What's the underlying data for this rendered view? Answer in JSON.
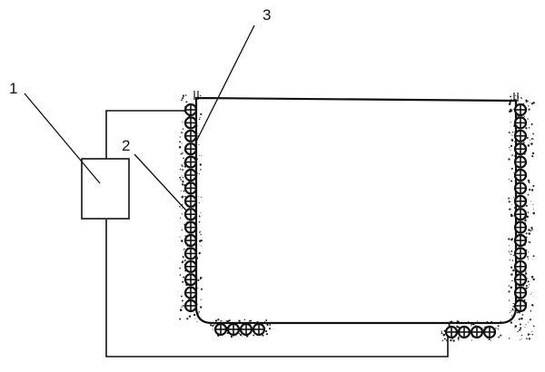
{
  "labels": {
    "control_unit": "1",
    "electrode_pipes": "2",
    "structure_wall": "3"
  },
  "colors": {
    "line": "#111111",
    "background": "#ffffff"
  }
}
